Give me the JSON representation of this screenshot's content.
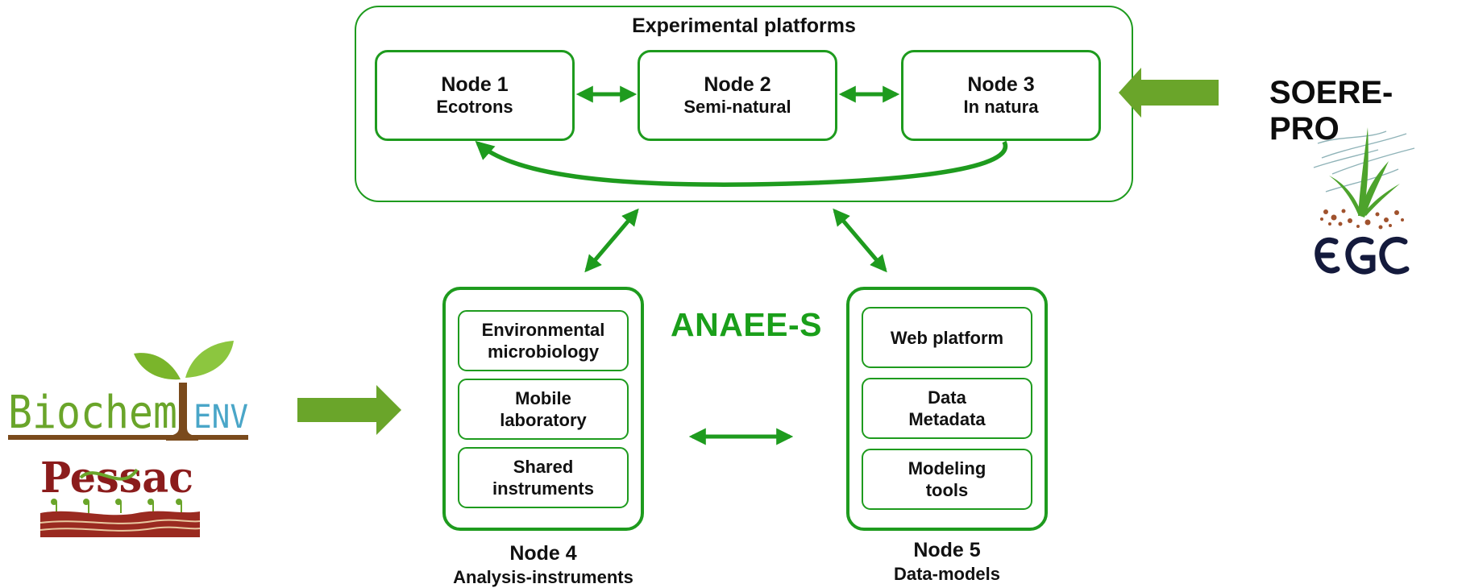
{
  "platforms": {
    "title": "Experimental platforms",
    "nodes": [
      {
        "name": "Node 1",
        "desc": "Ecotrons"
      },
      {
        "name": "Node 2",
        "desc": "Semi-natural"
      },
      {
        "name": "Node 3",
        "desc": "In natura"
      }
    ]
  },
  "center_label": "ANAEE-S",
  "node4": {
    "items": [
      "Environmental microbiology",
      "Mobile laboratory",
      "Shared instruments"
    ],
    "name": "Node 4",
    "desc": "Analysis-instruments"
  },
  "node5": {
    "items": [
      "Web platform",
      "Data Metadata",
      "Modeling tools"
    ],
    "name": "Node 5",
    "desc": "Data-models"
  },
  "soere": {
    "label": "SOERE-PRO",
    "logo_text": "EGC"
  },
  "left_logos": {
    "biochem_text": "Biochem",
    "env_text": "ENV",
    "pessac_text": "Pessac"
  },
  "colors": {
    "diagram_green": "#1e9b1e",
    "input_arrow_green": "#6aa52a",
    "text": "#111111"
  }
}
